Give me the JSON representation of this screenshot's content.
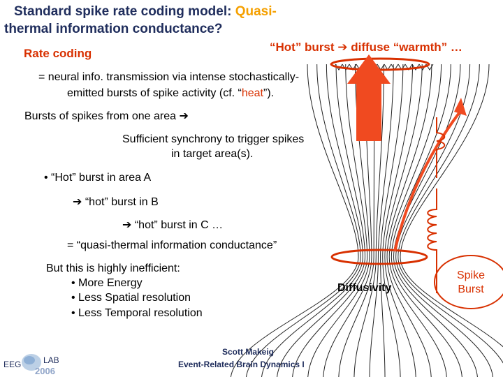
{
  "title": {
    "line1_part1": "Standard spike rate coding model: ",
    "line1_part2": "Quasi-",
    "line2": "thermal information conductance?"
  },
  "rate_coding": "Rate coding",
  "hot_burst": {
    "before": "“Hot” burst ",
    "arrow": "➔",
    "after": " diffuse “warmth” …"
  },
  "body": {
    "line1": "= neural info. transmission via intense stochastically-",
    "line2_before": "emitted bursts of spike activity (cf. “",
    "line2_heat": "heat",
    "line2_after": "”).",
    "line3_text": "Bursts of spikes from one area ",
    "line4": "Sufficient synchrony to trigger spikes",
    "line5": "in target area(s).",
    "line6": "• “Hot” burst in area A",
    "line7_text": " “hot” burst in B",
    "line8_text": " “hot” burst in C …",
    "line9": "= “quasi-thermal information conductance”",
    "line10": "But this is highly inefficient:",
    "line11": "• More Energy",
    "line12": "• Less Spatial resolution",
    "line13": "• Less Temporal resolution",
    "arrow_symbol": "➔"
  },
  "diffusivity": "Diffusivity",
  "spike_burst": {
    "line1": "Spike",
    "line2": "Burst"
  },
  "footer": {
    "line1": "Scott Makeig",
    "line2": "Event-Related Brain Dynamics I"
  },
  "logo": {
    "left": "EEG",
    "right": "LAB",
    "year": "2006"
  },
  "colors": {
    "title": "#1f2d5c",
    "accent": "#d83000",
    "quasi": "#f5a000",
    "arrow_fill": "#f04a20"
  }
}
